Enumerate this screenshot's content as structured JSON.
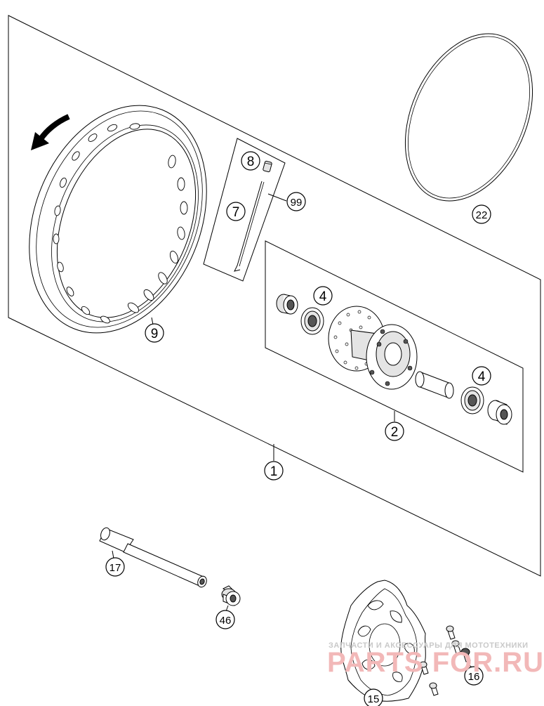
{
  "callouts": [
    {
      "id": "c1",
      "label": "1"
    },
    {
      "id": "c2",
      "label": "2"
    },
    {
      "id": "c4a",
      "label": "4"
    },
    {
      "id": "c4b",
      "label": "4"
    },
    {
      "id": "c7",
      "label": "7"
    },
    {
      "id": "c8",
      "label": "8"
    },
    {
      "id": "c9",
      "label": "9"
    },
    {
      "id": "c15",
      "label": "15"
    },
    {
      "id": "c16",
      "label": "16"
    },
    {
      "id": "c17",
      "label": "17"
    },
    {
      "id": "c22",
      "label": "22"
    },
    {
      "id": "c46",
      "label": "46"
    },
    {
      "id": "c99",
      "label": "99"
    }
  ],
  "watermark": {
    "tagline": "ЗАПЧАСТИ И АКСЕССУАРЫ ДЛЯ МОТОТЕХНИКИ",
    "brand": "PARTS FOR.RU"
  },
  "colors": {
    "line": "#000000",
    "background": "#ffffff",
    "watermark_brand": "#f2b8b8",
    "watermark_tagline": "#c9c9c9"
  }
}
